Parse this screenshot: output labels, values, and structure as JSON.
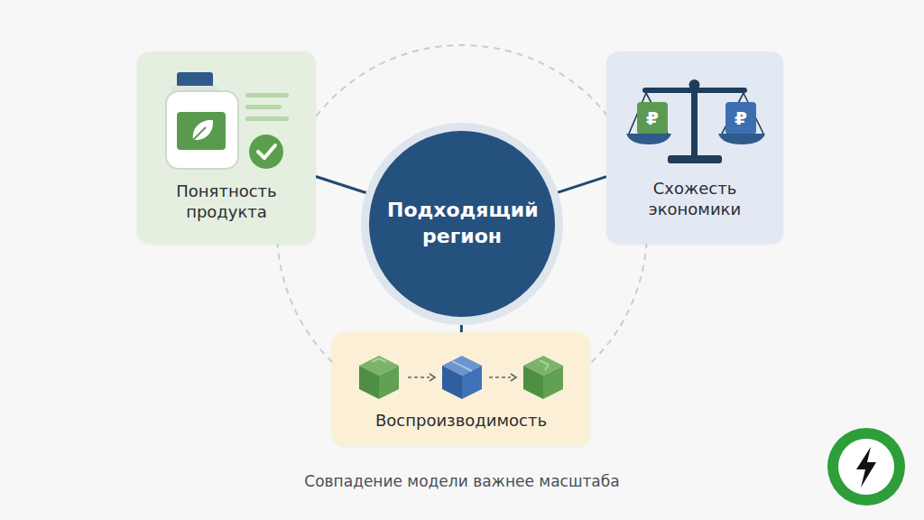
{
  "diagram": {
    "caption": "Совпадение модели важнее масштаба",
    "nodes": [
      {
        "text": [
          "Понятность продукта"
        ]
      },
      {
        "text": [
          "Подходящий регион"
        ]
      },
      {
        "text": [
          "Схожесть экономики"
        ]
      },
      {
        "text": [
          "Воспроизводимость"
        ]
      }
    ],
    "edges": [
      {
        "from": 1,
        "to": 0,
        "arrow": "none"
      },
      {
        "from": 1,
        "to": 2,
        "arrow": "none"
      },
      {
        "from": 1,
        "to": 3,
        "arrow": "none"
      }
    ],
    "labels": [
      "₽",
      "₽"
    ]
  }
}
